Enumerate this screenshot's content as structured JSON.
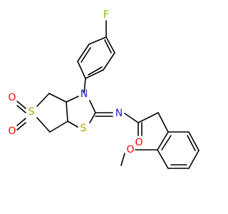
{
  "colors": {
    "bond": "#000000",
    "nitrogen": "#1f1fd6",
    "sulfur": "#b8a300",
    "oxygen": "#ff0000",
    "fluorine": "#7fbf00",
    "background": "#ffffff"
  },
  "atoms": {
    "f": "F",
    "n_ring": "N",
    "n_imine": "N",
    "s_sulfone": "S",
    "s_thiazole": "S",
    "o_sulfone_1": "O",
    "o_sulfone_2": "O",
    "o_carbonyl": "O",
    "o_methoxy": "O"
  }
}
